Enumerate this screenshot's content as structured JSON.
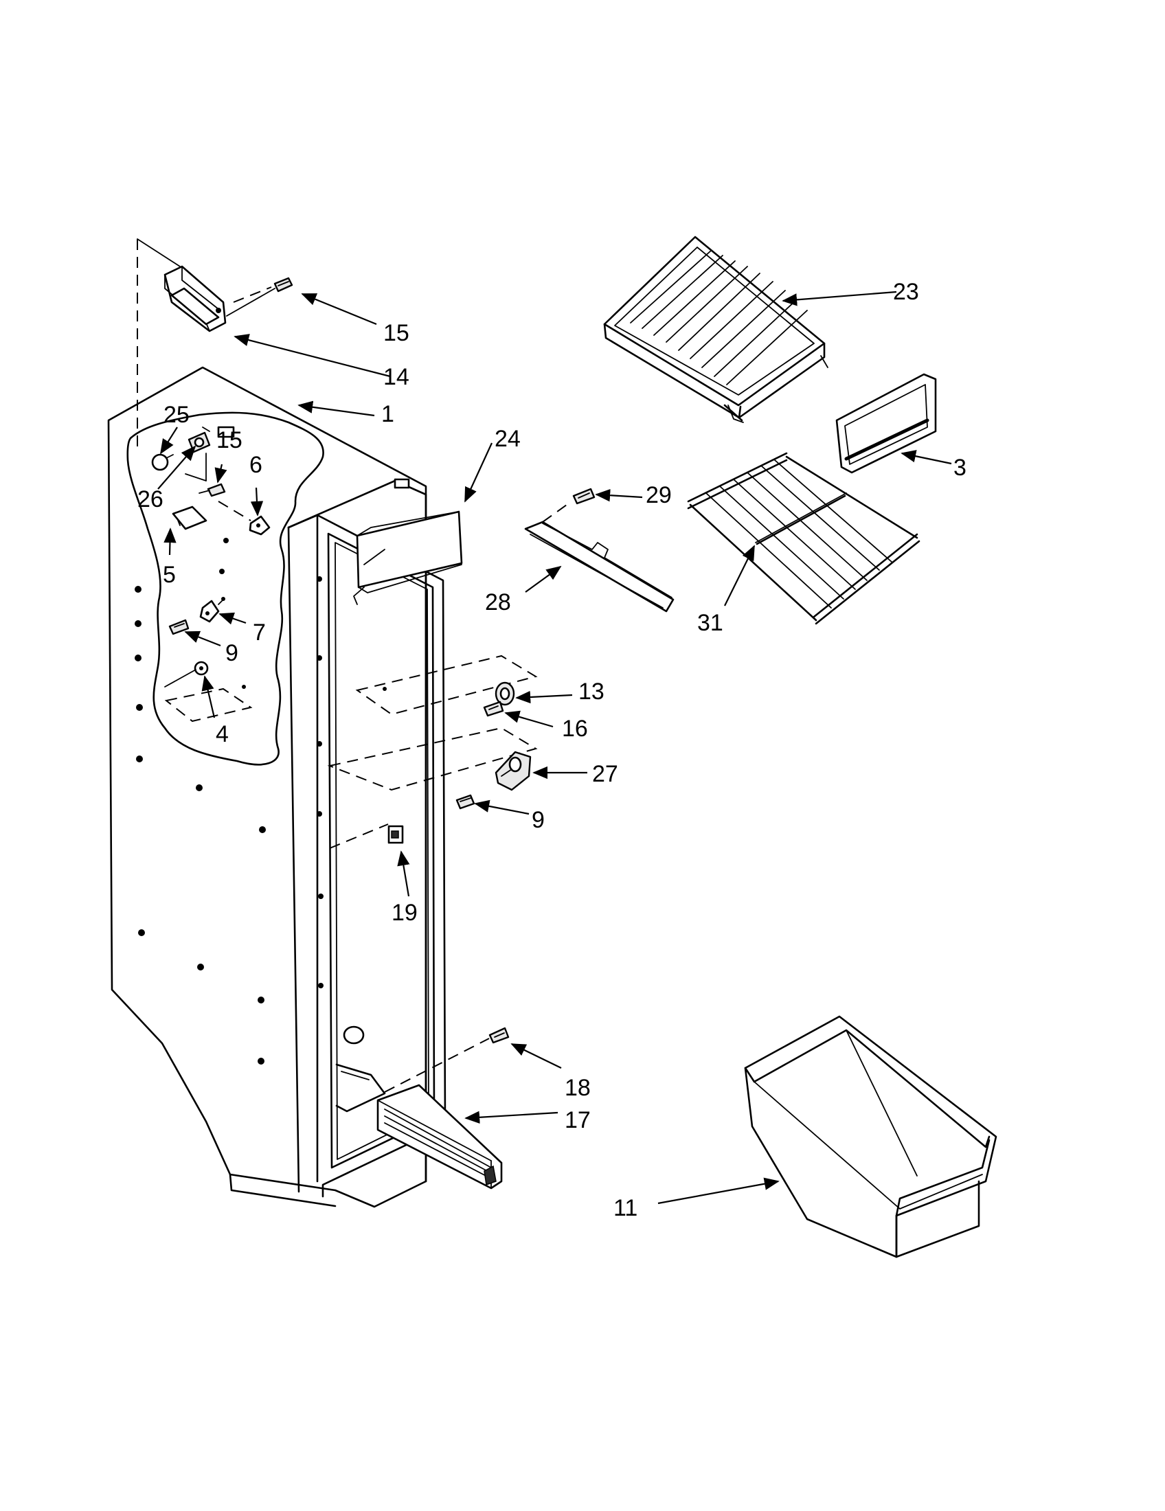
{
  "callouts": {
    "c1": "1",
    "c3": "3",
    "c4": "4",
    "c5": "5",
    "c6": "6",
    "c7": "7",
    "c9a": "9",
    "c9b": "9",
    "c11": "11",
    "c13": "13",
    "c14": "14",
    "c15a": "15",
    "c15b": "15",
    "c16": "16",
    "c17": "17",
    "c18": "18",
    "c19": "19",
    "c23": "23",
    "c24": "24",
    "c25": "25",
    "c26": "26",
    "c27": "27",
    "c28": "28",
    "c29": "29",
    "c31": "31"
  }
}
